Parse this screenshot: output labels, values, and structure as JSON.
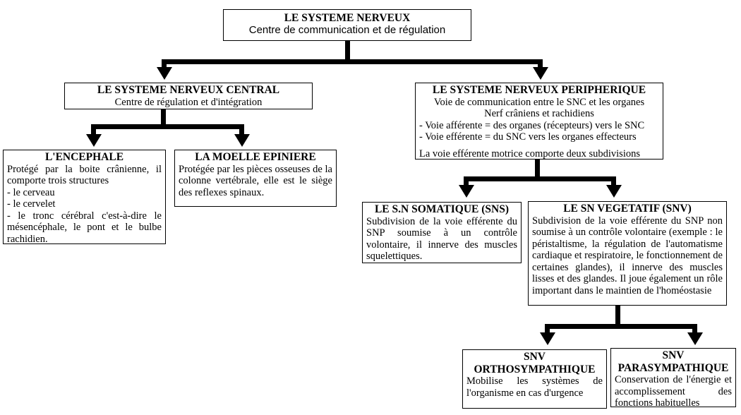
{
  "diagram_title": "LE SYSTEME NERVEUX",
  "colors": {
    "background": "#ffffff",
    "box_border": "#000000",
    "text": "#000000",
    "connector": "#000000"
  },
  "nodes": {
    "systeme_nerveux": {
      "title": "LE SYSTEME NERVEUX",
      "subtitle": "Centre de communication et de régulation"
    },
    "snc": {
      "title": "LE SYSTEME NERVEUX CENTRAL",
      "subtitle": "Centre de régulation et d'intégration"
    },
    "snp": {
      "title": "LE SYSTEME NERVEUX PERIPHERIQUE",
      "line_communication": "Voie de communication entre le SNC et les organes",
      "line_nerfs": "Nerf crâniens et rachidiens",
      "line_afferente": "- Voie afférente = des organes (récepteurs) vers le SNC",
      "line_efferente": "- Voie efférente = du SNC vers les organes effecteurs",
      "line_subdivisions": "La voie efférente motrice comporte deux subdivisions"
    },
    "encephale": {
      "title": "L'ENCEPHALE",
      "intro": "Protégé par la boite crânienne, il comporte trois structures",
      "items": [
        "- le cerveau",
        "- le cervelet",
        "- le tronc cérébral c'est-à-dire le mésencéphale, le pont et le bulbe rachidien."
      ]
    },
    "moelle": {
      "title": "LA MOELLE EPINIERE",
      "body": "Protégée par les pièces osseuses de la colonne vertébrale, elle est le siège des reflexes spinaux."
    },
    "sns": {
      "title": "LE S.N SOMATIQUE (SNS)",
      "body": "Subdivision de la voie efférente du SNP soumise à un contrôle volontaire, il innerve des muscles squelettiques."
    },
    "snv": {
      "title": "LE SN VEGETATIF (SNV)",
      "body": "Subdivision de la voie efférente du SNP non soumise à un contrôle volontaire (exemple : le péristaltisme, la régulation de l'automatisme cardiaque et respiratoire, le fonctionnement de certaines glandes), il innerve des muscles lisses et des glandes. Il joue également un rôle important dans le maintien de l'homéostasie"
    },
    "ortho": {
      "title": "SNV ORTHOSYMPATHIQUE",
      "body": "Mobilise les systèmes de l'organisme en cas d'urgence"
    },
    "para": {
      "title": "SNV PARASYMPATHIQUE",
      "body": "Conservation de l'énergie et accomplissement des fonctions habituelles"
    }
  },
  "edges": [
    {
      "from": "LE SYSTEME NERVEUX",
      "to": "LE SYSTEME NERVEUX CENTRAL"
    },
    {
      "from": "LE SYSTEME NERVEUX",
      "to": "LE SYSTEME NERVEUX PERIPHERIQUE"
    },
    {
      "from": "LE SYSTEME NERVEUX CENTRAL",
      "to": "L'ENCEPHALE"
    },
    {
      "from": "LE SYSTEME NERVEUX CENTRAL",
      "to": "LA MOELLE EPINIERE"
    },
    {
      "from": "LE SYSTEME NERVEUX PERIPHERIQUE",
      "to": "LE S.N SOMATIQUE (SNS)"
    },
    {
      "from": "LE SYSTEME NERVEUX PERIPHERIQUE",
      "to": "LE SN VEGETATIF (SNV)"
    },
    {
      "from": "LE SN VEGETATIF (SNV)",
      "to": "SNV ORTHOSYMPATHIQUE"
    },
    {
      "from": "LE SN VEGETATIF (SNV)",
      "to": "SNV PARASYMPATHIQUE"
    }
  ]
}
